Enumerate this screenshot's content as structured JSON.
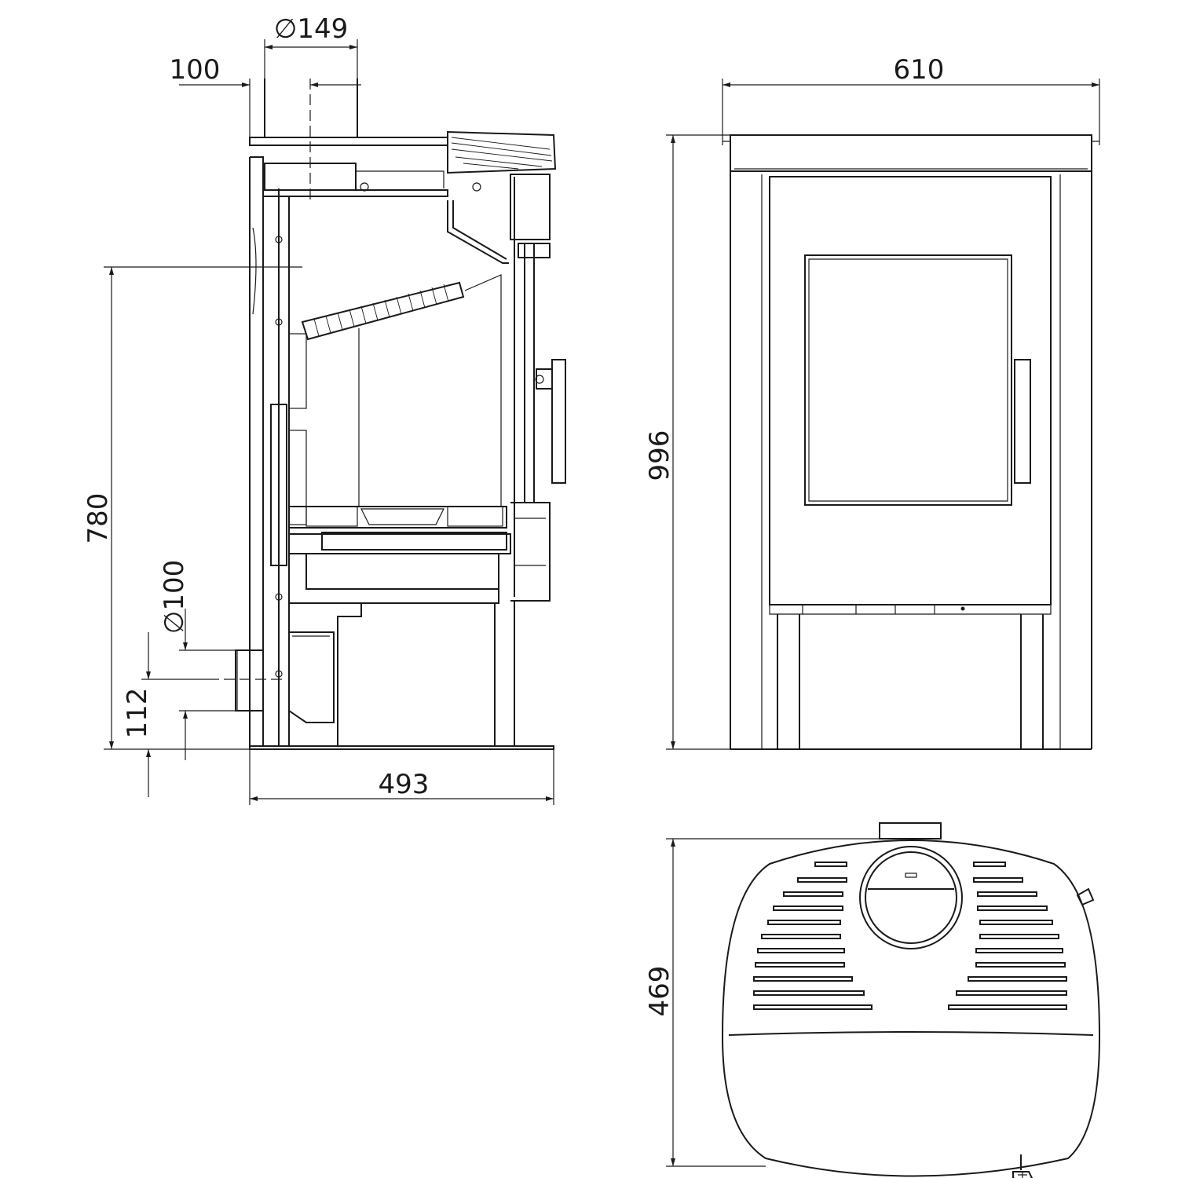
{
  "dimensions": {
    "flue_diameter": "∅149",
    "flue_offset": "100",
    "hearth_height": "780",
    "air_inlet_diameter": "∅100",
    "air_inlet_height": "112",
    "depth_side": "493",
    "width_front": "610",
    "height_front": "996",
    "depth_top": "469"
  },
  "colors": {
    "line": "#1a1a1a",
    "background": "#ffffff"
  }
}
